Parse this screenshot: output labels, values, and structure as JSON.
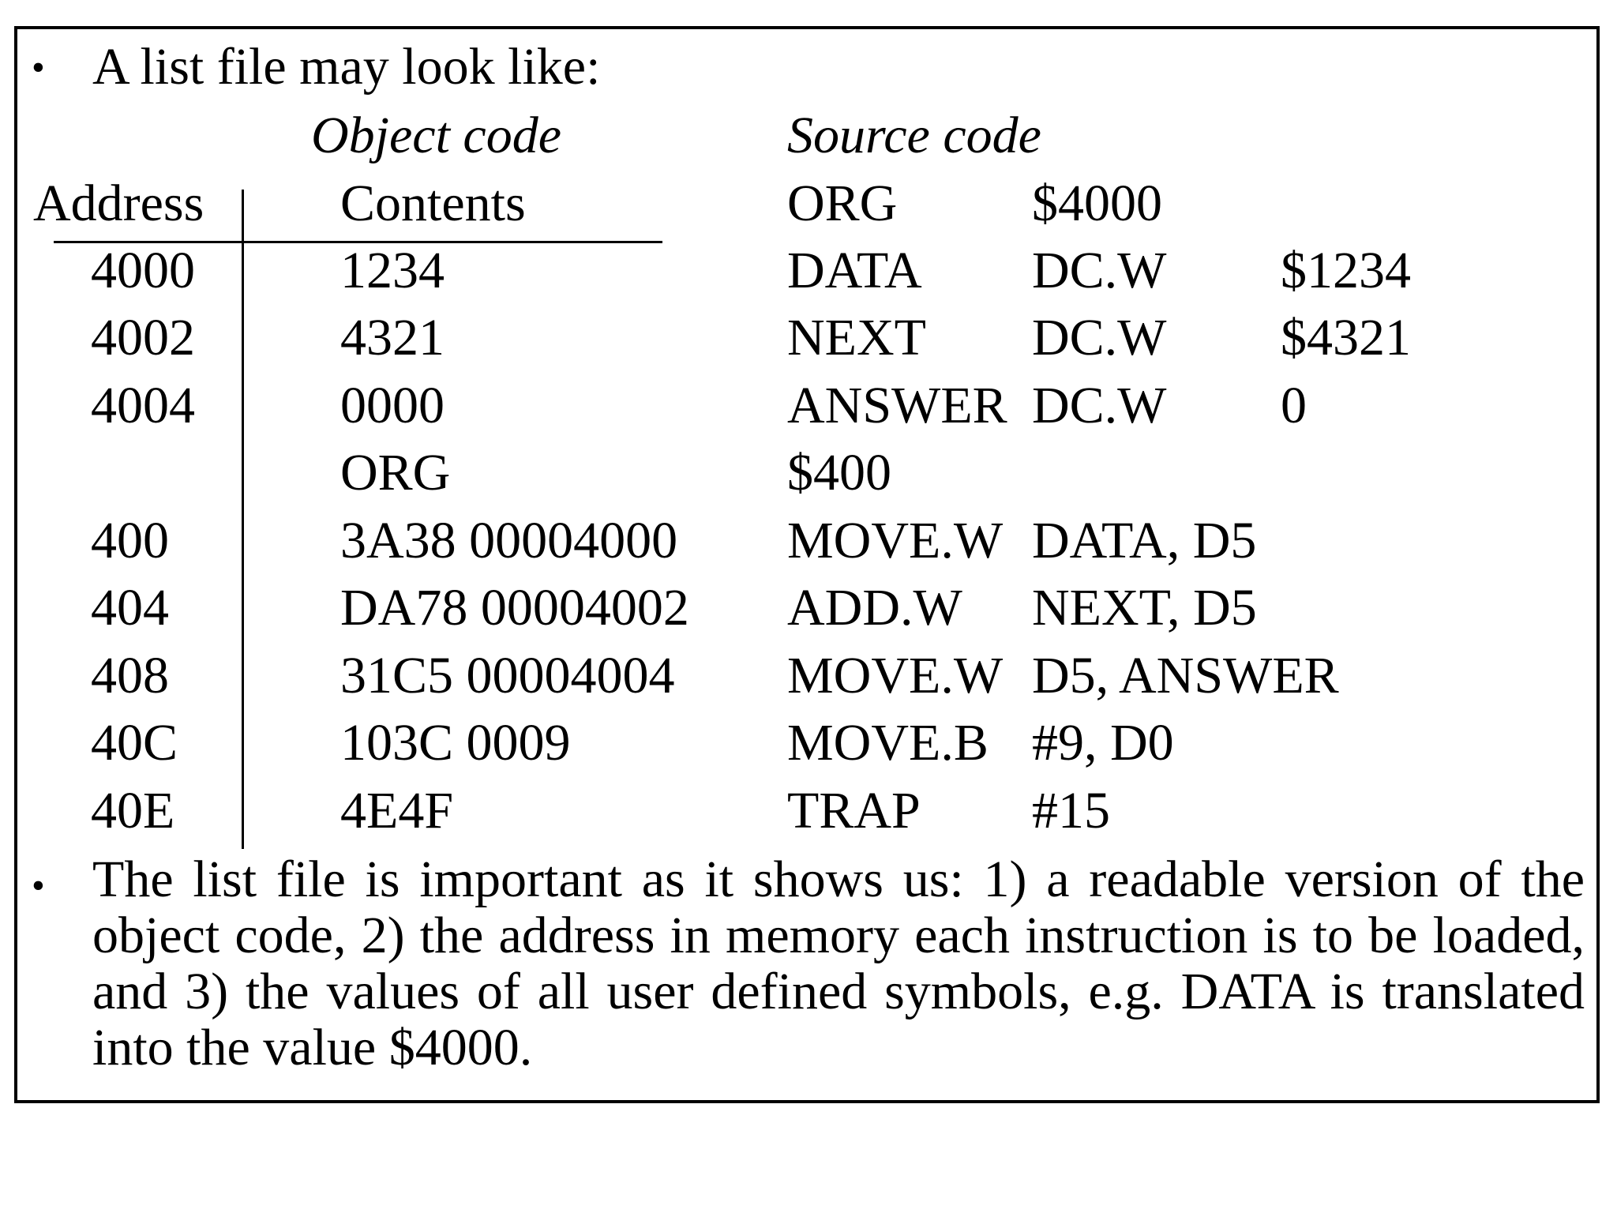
{
  "bullet_symbol": "•",
  "intro": "A list file may look like:",
  "headers": {
    "object_code": "Object code",
    "source_code": "Source code",
    "address": "Address",
    "contents": "Contents"
  },
  "header_source": {
    "label": "ORG",
    "operand": "$4000"
  },
  "rows": [
    {
      "address": "4000",
      "contents": "1234",
      "label": "DATA",
      "op": "DC.W",
      "operand": "$1234"
    },
    {
      "address": "4002",
      "contents": "4321",
      "label": "NEXT",
      "op": "DC.W",
      "operand": "$4321"
    },
    {
      "address": "4004",
      "contents": "0000",
      "label": "ANSWER",
      "op": "DC.W",
      "operand": "0"
    },
    {
      "address": "",
      "contents": "ORG",
      "label": "$400",
      "op": "",
      "operand": ""
    },
    {
      "address": "400",
      "contents": "3A38 00004000",
      "label": "MOVE.W",
      "op": "DATA, D5",
      "operand": ""
    },
    {
      "address": "404",
      "contents": "DA78 00004002",
      "label": "ADD.W",
      "op": "NEXT, D5",
      "operand": ""
    },
    {
      "address": "408",
      "contents": "31C5 00004004",
      "label": "MOVE.W",
      "op": "D5, ANSWER",
      "operand": ""
    },
    {
      "address": "40C",
      "contents": "103C 0009",
      "label": "MOVE.B",
      "op": "#9, D0",
      "operand": ""
    },
    {
      "address": "40E",
      "contents": "4E4F",
      "label": "TRAP",
      "op": "#15",
      "operand": ""
    }
  ],
  "conclusion": "The list file is important as it shows us: 1) a readable version of the object code, 2) the address in memory each instruction is to be loaded, and 3) the values of all user defined symbols, e.g. DATA is translated into the value $4000."
}
